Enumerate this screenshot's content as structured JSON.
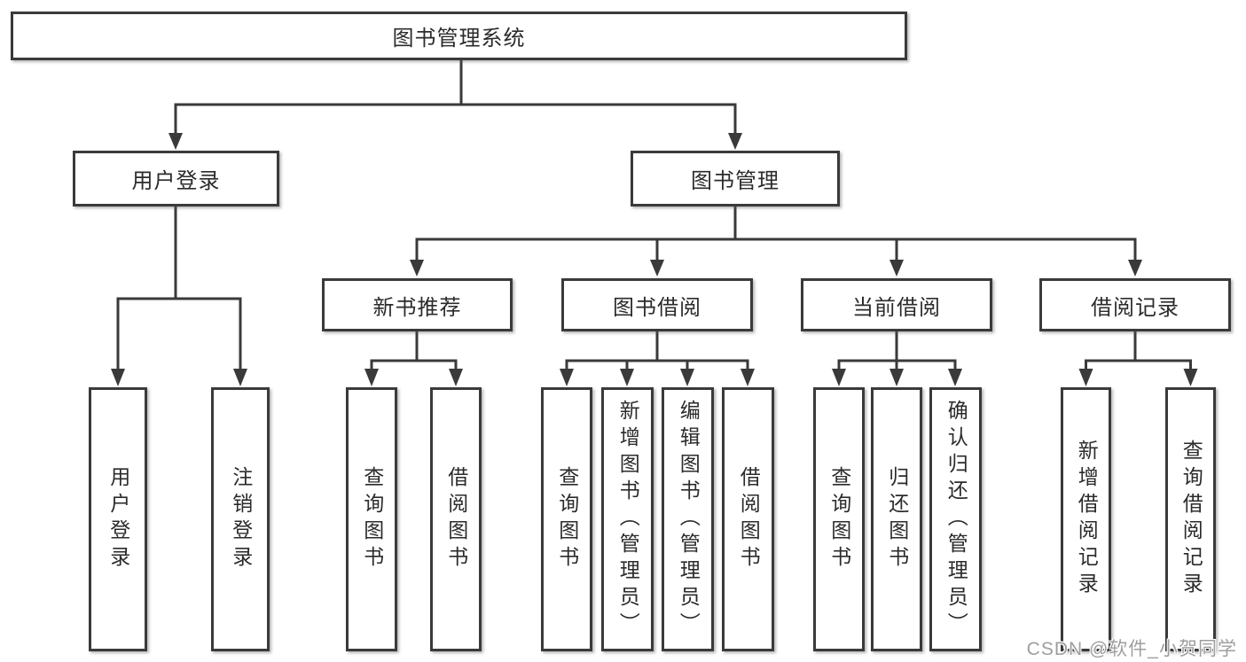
{
  "diagram": {
    "title": "图书管理系统",
    "branches": [
      {
        "label": "用户登录",
        "leaves": [
          "用户登录",
          "注销登录"
        ]
      },
      {
        "label": "图书管理",
        "groups": [
          {
            "label": "新书推荐",
            "leaves": [
              "查询图书",
              "借阅图书"
            ]
          },
          {
            "label": "图书借阅",
            "leaves": [
              "查询图书",
              "新增图书（管理员）",
              "编辑图书（管理员）",
              "借阅图书"
            ]
          },
          {
            "label": "当前借阅",
            "leaves": [
              "查询图书",
              "归还图书",
              "确认归还（管理员）"
            ]
          },
          {
            "label": "借阅记录",
            "leaves": [
              "新增借阅记录",
              "查询借阅记录"
            ]
          }
        ]
      }
    ]
  },
  "watermark": {
    "text": "CSDN @软件_小贺同学"
  },
  "colors": {
    "line": "#3a3a3a",
    "box_border": "#3a3a3a",
    "box_fill": "#ffffff",
    "text": "#2b2b2b",
    "watermark": "#9e9e9e",
    "background": "#ffffff"
  }
}
